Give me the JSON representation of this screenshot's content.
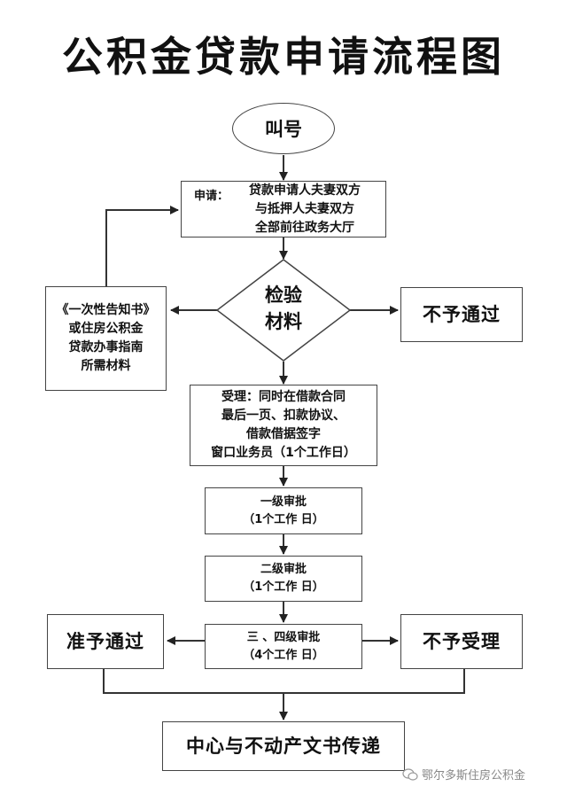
{
  "title": "公积金贷款申请流程图",
  "start": "叫号",
  "apply": {
    "label": "申请：",
    "lines": [
      "贷款申请人夫妻双方",
      "与抵押人夫妻双方",
      "全部前往政务大厅"
    ]
  },
  "check": {
    "lines": [
      "检验",
      "材料"
    ]
  },
  "materials": {
    "lines": [
      "《一次性告知书》",
      "或住房公积金",
      "贷款办事指南",
      "所需材料"
    ]
  },
  "reject_check": "不予通过",
  "accept": {
    "lines": [
      "受理：同时在借款合同",
      "最后一页、扣款协议、",
      "借款借据签字",
      "窗口业务员（1个工作日）"
    ]
  },
  "level1": {
    "lines": [
      "一级审批",
      "（1个工作 日）"
    ]
  },
  "level2": {
    "lines": [
      "二级审批",
      "（1个工作 日）"
    ]
  },
  "level34": {
    "lines": [
      "三 、四级审批",
      "（4个工作 日）"
    ]
  },
  "approve": "准予通过",
  "reject_accept": "不予受理",
  "final": "中心与不动产文书传递",
  "watermark": "鄂尔多斯住房公积金",
  "colors": {
    "line": "#333333",
    "text": "#111111",
    "watermark": "#888888"
  }
}
